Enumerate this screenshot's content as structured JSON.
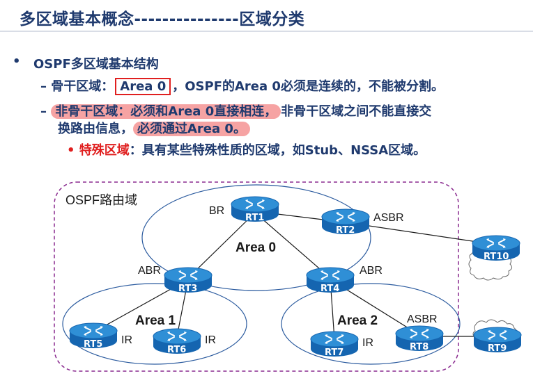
{
  "title": "多区域基本概念---------------区域分类",
  "bullet": {
    "marker": "•",
    "heading": "OSPF多区域基本结构"
  },
  "backbone": {
    "dash": "–",
    "label": "骨干区域：",
    "boxed": "Area 0",
    "rest": "，OSPF的Area 0必须是连续的，不能被分割。"
  },
  "nonbackbone": {
    "dash": "–",
    "highlight1": "非骨干区域：必须和Area 0直接相连，",
    "rest1": "非骨干区域之间不能直接交",
    "rest2": "换路由信息，",
    "highlight2": "必须通过Area 0。"
  },
  "special": {
    "marker": "•",
    "label": "特殊区域",
    "rest": "：具有某些特殊性质的区域，如Stub、NSSA区域。"
  },
  "diagram": {
    "domain_label": "OSPF路由域",
    "areas": [
      "Area 0",
      "Area 1",
      "Area 2"
    ],
    "routers": [
      "RT1",
      "RT2",
      "RT3",
      "RT4",
      "RT5",
      "RT6",
      "RT7",
      "RT8",
      "RT9",
      "RT10"
    ],
    "roles": {
      "rt1": "BR",
      "rt2": "ASBR",
      "rt3": "ABR",
      "rt4": "ABR",
      "rt5": "IR",
      "rt6": "IR",
      "rt7": "IR",
      "rt8": "ASBR"
    },
    "colors": {
      "router_top": "#2f8fd6",
      "router_side": "#1565b0",
      "area_border": "#2a5a9e",
      "domain_border": "#8a2a8f",
      "link": "#1a1a1a"
    },
    "icons": [
      "router-icon",
      "cloud-icon"
    ]
  }
}
